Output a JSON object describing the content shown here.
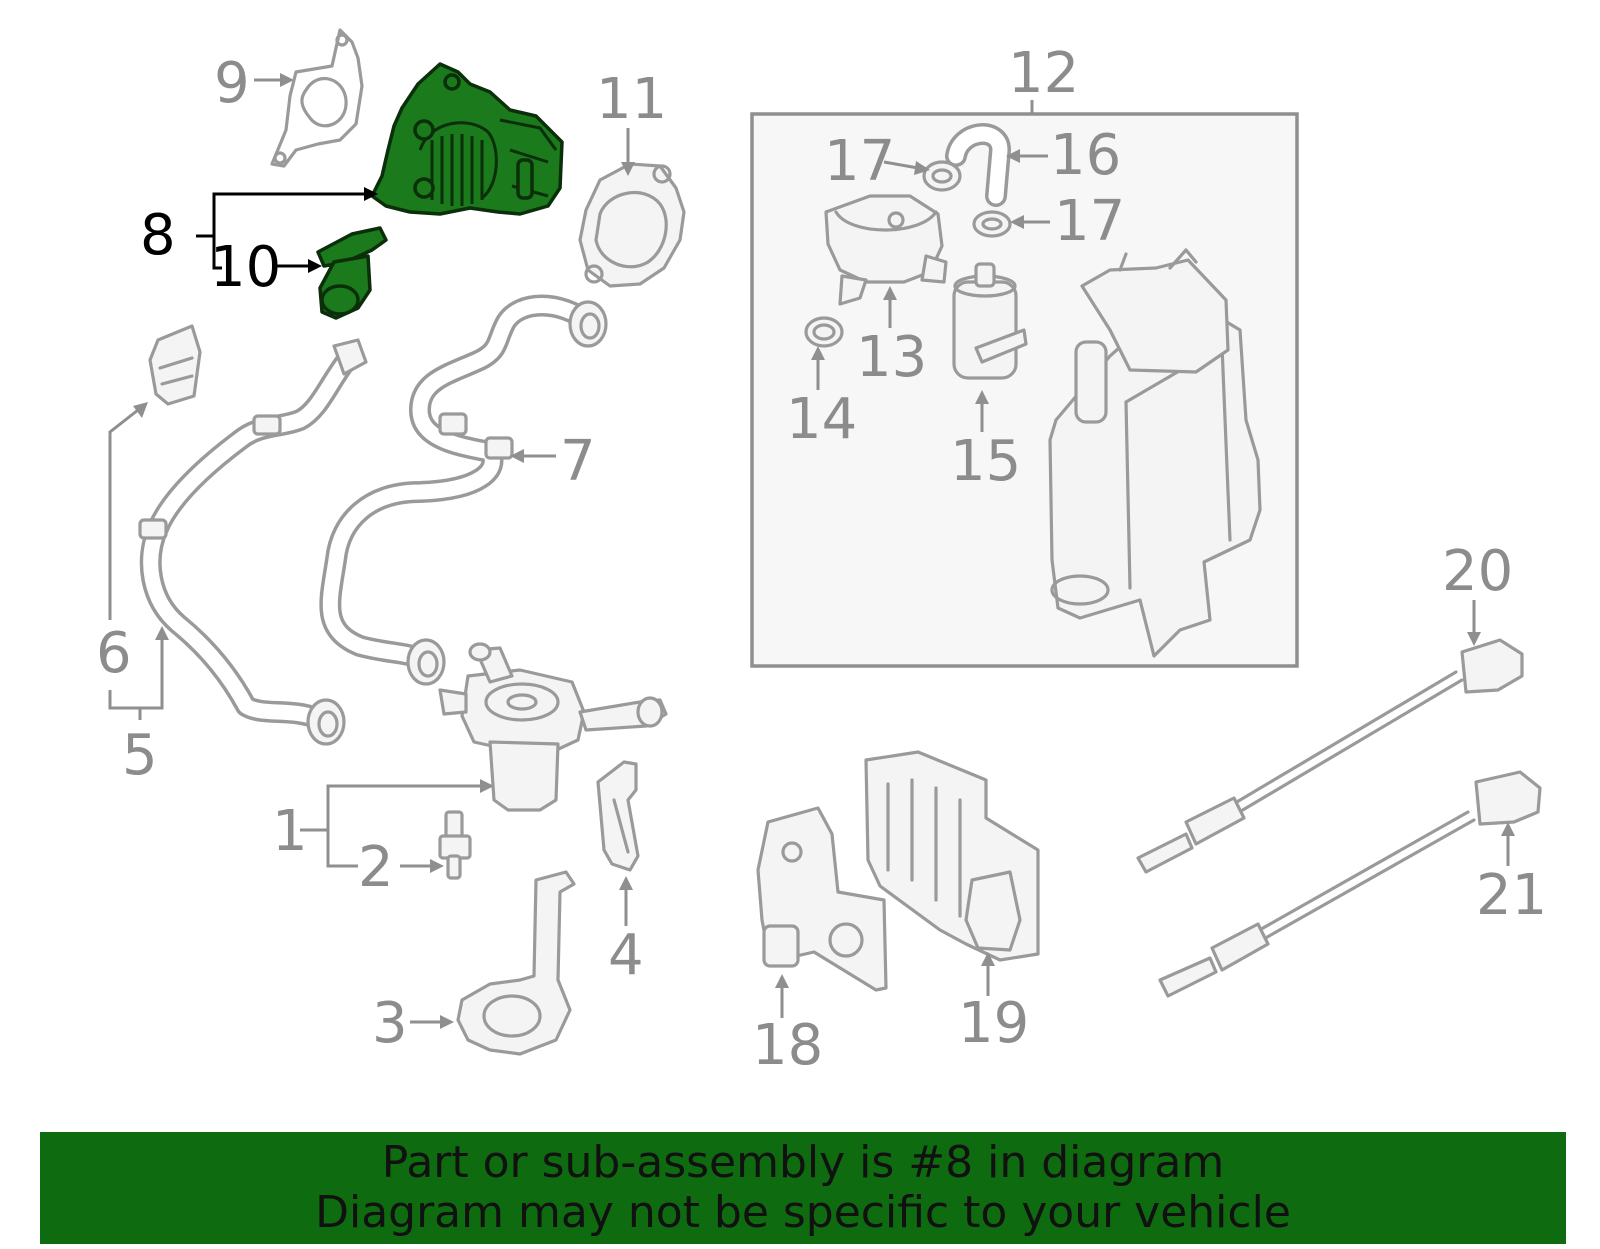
{
  "banner": {
    "line1": "Part or sub-assembly is #8 in diagram",
    "line2": "Diagram may not be specific to your vehicle",
    "background": "#0f6b0f"
  },
  "highlight_color": "#1b7a1b",
  "callouts": {
    "c1": "1",
    "c2": "2",
    "c3": "3",
    "c4": "4",
    "c5": "5",
    "c6": "6",
    "c7": "7",
    "c8": "8",
    "c9": "9",
    "c10": "10",
    "c11": "11",
    "c12": "12",
    "c13": "13",
    "c14": "14",
    "c15": "15",
    "c16": "16",
    "c17a": "17",
    "c17b": "17",
    "c18": "18",
    "c19": "19",
    "c20": "20",
    "c21": "21"
  }
}
